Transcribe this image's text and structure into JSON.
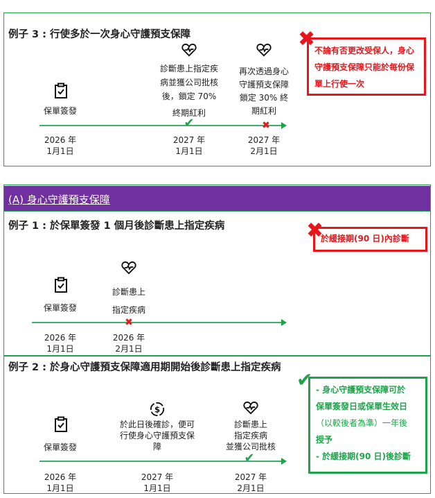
{
  "example3": {
    "title": "例子 3 : 行使多於一次身心守護預支保障",
    "note": "不論有否更改受保人，身心守護預支保障只能於每份保單上行使一次",
    "events": [
      {
        "label": "保單簽發",
        "date_year": "2026 年",
        "date_day": "1月1日",
        "icon": "clipboard-check-icon"
      },
      {
        "label_lines": [
          "診斷患上指定疾",
          "病並獲公司批核",
          "後，鎖定 70%",
          "終期紅利"
        ],
        "date_year": "2027 年",
        "date_day": "1月1日",
        "icon": "heart-pulse-icon",
        "mark": "check"
      },
      {
        "label_lines": [
          "再次透過身心",
          "守護預支保障",
          "鎖定 30% 終",
          "期紅利"
        ],
        "date_year": "2027 年",
        "date_day": "2月1日",
        "icon": "heart-pulse-icon",
        "mark": "cross"
      }
    ]
  },
  "section": {
    "header": "(A) 身心守護預支保障"
  },
  "example1": {
    "title": "例子 1 : 於保單簽發 1 個月後診斷患上指定疾病",
    "note": "於緩接期(90 日)內診斷",
    "events": [
      {
        "label": "保單簽發",
        "date_year": "2026 年",
        "date_day": "1月1日"
      },
      {
        "label_lines": [
          "診斷患上",
          "指定疾病"
        ],
        "date_year": "2026 年",
        "date_day": "2月1日",
        "mark": "cross"
      }
    ]
  },
  "example2": {
    "title": "例子 2 : 於身心守護預支保障適用期開始後診斷患上指定疾病",
    "note_lines": [
      "- 身心守護預支保障可於",
      "保單簽發日或保單生效日",
      "（以較後者為準）一年後",
      "授予",
      "- 於緩接期(90 日)後診斷"
    ],
    "events": [
      {
        "label": "保單簽發",
        "date_year": "2026 年",
        "date_day": "1月1日"
      },
      {
        "label_lines": [
          "於此日後確診，便可",
          "行使身心守護預支保",
          "障"
        ],
        "date_year": "2027 年",
        "date_day": "1月1日",
        "icon": "dollar-circle-icon"
      },
      {
        "label_lines": [
          "診斷患上",
          "指定疾病",
          "並獲公司批核"
        ],
        "date_year": "2027 年",
        "date_day": "2月1日",
        "mark": "check"
      }
    ]
  },
  "colors": {
    "green": "#1fa34a",
    "red": "#e8161b",
    "purple": "#7030a0"
  }
}
